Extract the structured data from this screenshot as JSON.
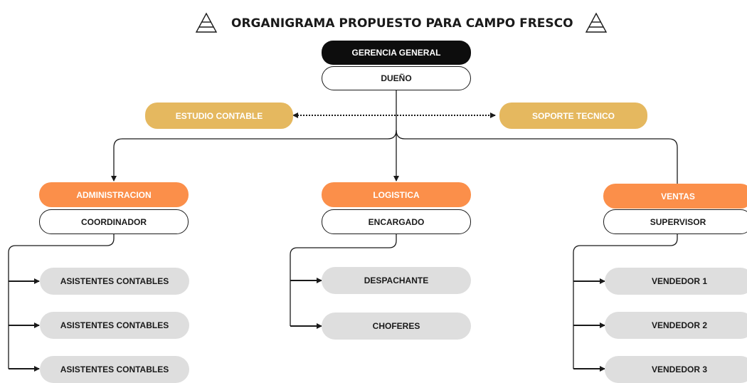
{
  "title": "ORGANIGRAMA  PROPUESTO PARA CAMPO FRESCO",
  "icons": {
    "left": "pyramid-icon",
    "right": "pyramid-icon"
  },
  "colors": {
    "top": "#0d0d0d",
    "support": "#e5b85f",
    "department": "#fb8f4a",
    "staff": "#dedede",
    "outline": "#1a1a1a"
  },
  "top": {
    "area": "GERENCIA GENERAL",
    "role": "DUEÑO"
  },
  "support": {
    "left": "ESTUDIO CONTABLE",
    "right": "SOPORTE TECNICO"
  },
  "departments": [
    {
      "name": "ADMINISTRACION",
      "lead": "COORDINADOR",
      "staff": [
        "ASISTENTES CONTABLES",
        "ASISTENTES CONTABLES",
        "ASISTENTES CONTABLES"
      ]
    },
    {
      "name": "LOGISTICA",
      "lead": "ENCARGADO",
      "staff": [
        "DESPACHANTE",
        "CHOFERES"
      ]
    },
    {
      "name": "VENTAS",
      "lead": "SUPERVISOR",
      "staff": [
        "VENDEDOR 1",
        "VENDEDOR 2",
        "VENDEDOR 3"
      ]
    }
  ]
}
